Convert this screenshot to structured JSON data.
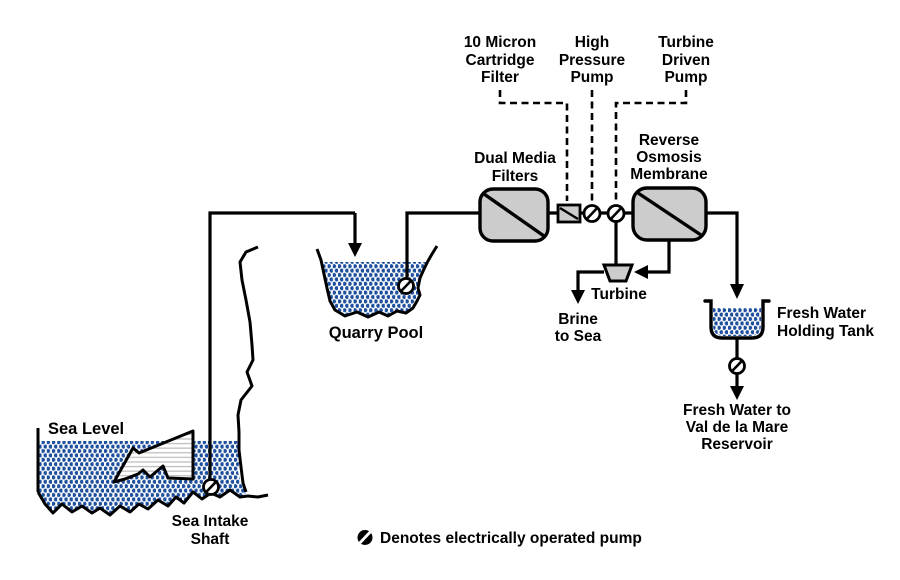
{
  "diagram": {
    "labels": {
      "cartridge_filter_lines": [
        "10 Micron",
        "Cartridge",
        "Filter"
      ],
      "high_pressure_pump_lines": [
        "High",
        "Pressure",
        "Pump"
      ],
      "turbine_driven_pump_lines": [
        "Turbine",
        "Driven",
        "Pump"
      ],
      "dual_media_filters_lines": [
        "Dual Media",
        "Filters"
      ],
      "reverse_osmosis_lines": [
        "Reverse",
        "Osmosis",
        "Membrane"
      ],
      "turbine": "Turbine",
      "brine_lines": [
        "Brine",
        "to Sea"
      ],
      "holding_tank_lines": [
        "Fresh Water",
        "Holding Tank"
      ],
      "fresh_out_lines": [
        "Fresh Water to",
        "Val de la Mare",
        "Reservoir"
      ],
      "quarry_pool": "Quarry Pool",
      "sea_level": "Sea Level",
      "sea_intake_lines": [
        "Sea Intake",
        "Shaft"
      ],
      "legend_text": "Denotes electrically operated pump"
    },
    "colors": {
      "water_dot": "#1d4f9d",
      "component_fill": "#cccccc",
      "stripe": "#bfbfbf",
      "line": "#000000"
    }
  }
}
